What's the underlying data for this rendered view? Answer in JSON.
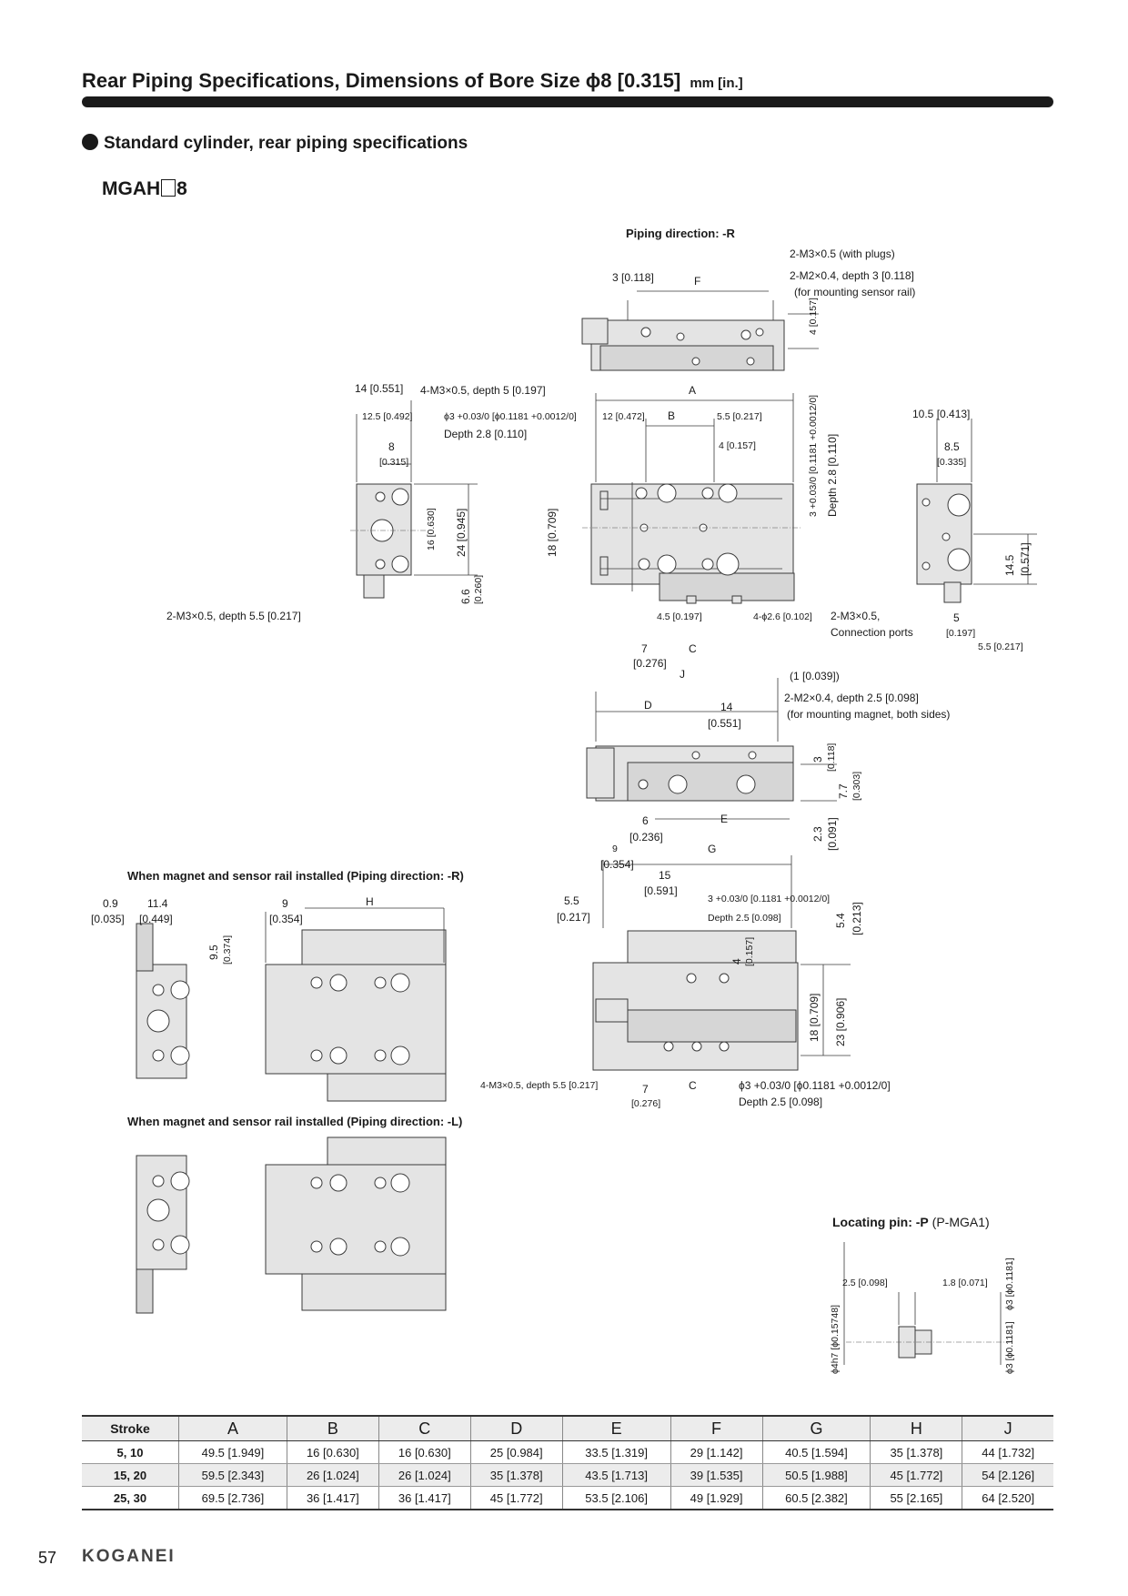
{
  "header": {
    "title": "Rear Piping Specifications, Dimensions of Bore Size ϕ8 [0.315]",
    "unit": "mm [in.]",
    "subheading": "Standard cylinder, rear piping specifications",
    "model_prefix": "MGAH",
    "model_suffix": "8"
  },
  "captions": {
    "piping_r": "Piping direction: -R",
    "magnet_r": "When magnet and sensor rail installed (Piping direction: -R)",
    "magnet_l": "When magnet and sensor rail installed (Piping direction: -L)",
    "pin_bold": "Locating pin: -P",
    "pin_part": "(P-MGA1)"
  },
  "dims": {
    "plugs": "2-M3×0.5 (with plugs)",
    "m2_sensor": "2-M2×0.4, depth 3 [0.118]",
    "m2_sensor_note": "(for mounting sensor rail)",
    "d3": "3 [0.118]",
    "f": "F",
    "d4": "4",
    "d4in": "[0.157]",
    "d14": "14 [0.551]",
    "m3_depth5": "4-M3×0.5, depth 5 [0.197]",
    "a": "A",
    "d12_5": "12.5 [0.492]",
    "phi3": "ϕ3 +0.03/0 [ϕ0.1181 +0.0012/0]",
    "depth28": "Depth 2.8 [0.110]",
    "d12": "12 [0.472]",
    "b": "B",
    "d5_5": "5.5 [0.217]",
    "d8": "8",
    "d8in": "[0.315]",
    "d4b": "4 [0.157]",
    "v_phi3": "3 +0.03/0 [0.1181 +0.0012/0]",
    "v_depth": "Depth 2.8 [0.110]",
    "d10_5": "10.5 [0.413]",
    "d8_5": "8.5",
    "d8_5in": "[0.335]",
    "d16": "16 [0.630]",
    "d24": "24 [0.945]",
    "d18": "18 [0.709]",
    "d6_6": "6.6",
    "d6_6in": "[0.260]",
    "d14_5": "14.5",
    "d14_5in": "[0.571]",
    "m3_55": "2-M3×0.5, depth 5.5 [0.217]",
    "d4_5": "4.5 [0.197]",
    "phi26": "4-ϕ2.6 [0.102]",
    "conn": "2-M3×0.5,",
    "conn2": "Connection ports",
    "d5": "5",
    "d5in": "[0.197]",
    "d5_5b": "5.5 [0.217]",
    "d7": "7",
    "d7in": "[0.276]",
    "c": "C",
    "j": "J",
    "d1": "(1 [0.039])",
    "m2_magnet": "2-M2×0.4, depth 2.5 [0.098]",
    "m2_magnet_note": "(for mounting magnet, both sides)",
    "d": "D",
    "d14b": "14",
    "d14bin": "[0.551]",
    "d3v": "3",
    "d3vin": "[0.118]",
    "d7_7": "7.7",
    "d7_7in": "[0.303]",
    "d6": "6",
    "d6in": "[0.236]",
    "e": "E",
    "d2_3": "2.3",
    "d2_3in": "[0.091]",
    "d9": "9",
    "d9in": "[0.354]",
    "g": "G",
    "d15": "15",
    "d15in": "[0.591]",
    "phi3b": "3 +0.03/0 [0.1181 +0.0012/0]",
    "depth25": "Depth 2.5 [0.098]",
    "d5_5c": "5.5",
    "d5_5cin": "[0.217]",
    "d5_4": "5.4",
    "d5_4in": "[0.213]",
    "d4c": "4",
    "d4cin": "[0.157]",
    "d18b": "18 [0.709]",
    "d23": "23 [0.906]",
    "m3_55b": "4-M3×0.5, depth 5.5 [0.217]",
    "d7b": "7",
    "d7bin": "[0.276]",
    "cb": "C",
    "phi3c": "ϕ3 +0.03/0 [ϕ0.1181 +0.0012/0]",
    "depth25b": "Depth 2.5 [0.098]",
    "d0_9": "0.9",
    "d0_9in": "[0.035]",
    "d11_4": "11.4",
    "d11_4in": "[0.449]",
    "d9_5": "9.5",
    "d9_5in": "[0.374]",
    "d9b": "9",
    "d9bin": "[0.354]",
    "h": "H",
    "pin_d25": "2.5 [0.098]",
    "pin_d18": "1.8 [0.071]",
    "pin_phi4": "ϕ4h7 [ϕ0.15748]",
    "pin_phi3": "ϕ3 [ϕ0.1181]",
    "pin_phi3b": "ϕ3 [ϕ0.1181]"
  },
  "table": {
    "headers": [
      "Stroke",
      "A",
      "B",
      "C",
      "D",
      "E",
      "F",
      "G",
      "H",
      "J"
    ],
    "rows": [
      [
        "5, 10",
        "49.5 [1.949]",
        "16 [0.630]",
        "16 [0.630]",
        "25 [0.984]",
        "33.5 [1.319]",
        "29 [1.142]",
        "40.5 [1.594]",
        "35 [1.378]",
        "44 [1.732]"
      ],
      [
        "15, 20",
        "59.5 [2.343]",
        "26 [1.024]",
        "26 [1.024]",
        "35 [1.378]",
        "43.5 [1.713]",
        "39 [1.535]",
        "50.5 [1.988]",
        "45 [1.772]",
        "54 [2.126]"
      ],
      [
        "25, 30",
        "69.5 [2.736]",
        "36 [1.417]",
        "36 [1.417]",
        "45 [1.772]",
        "53.5 [2.106]",
        "49 [1.929]",
        "60.5 [2.382]",
        "55 [2.165]",
        "64 [2.520]"
      ]
    ]
  },
  "footer": {
    "page": "57",
    "brand": "KOGANEI"
  }
}
